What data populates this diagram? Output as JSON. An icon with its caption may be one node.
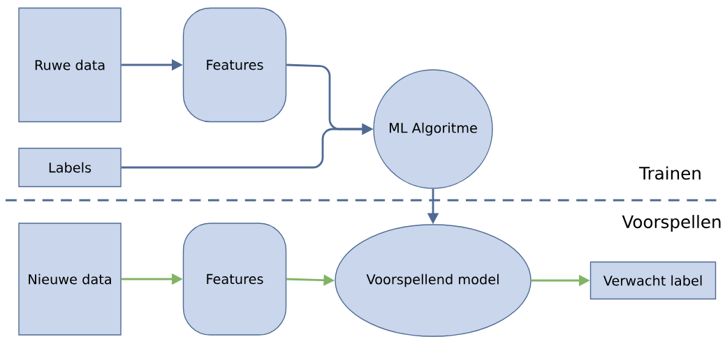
{
  "diagram": {
    "nodes": [
      {
        "text": [
          "Ruwe data"
        ]
      },
      {
        "text": [
          "Features"
        ]
      },
      {
        "text": [
          "Labels"
        ]
      },
      {
        "text": [
          "ML Algoritme"
        ]
      },
      {
        "text": [
          "Nieuwe data"
        ]
      },
      {
        "text": [
          "Features"
        ]
      },
      {
        "text": [
          "Voorspellend model"
        ]
      },
      {
        "text": [
          "Verwacht label"
        ]
      }
    ],
    "edges": [
      {
        "from": 0,
        "to": 1,
        "arrow": "to"
      },
      {
        "from": 1,
        "to": 3,
        "arrow": "to"
      },
      {
        "from": 2,
        "to": 3,
        "arrow": "to"
      },
      {
        "from": 3,
        "to": 6,
        "arrow": "to"
      },
      {
        "from": 4,
        "to": 5,
        "arrow": "to",
        "color": "#82b366"
      },
      {
        "from": 5,
        "to": 6,
        "arrow": "to",
        "color": "#82b366"
      },
      {
        "from": 6,
        "to": 7,
        "arrow": "to",
        "color": "#82b366"
      }
    ],
    "labels": [
      "Trainen",
      "Voorspellen"
    ]
  }
}
